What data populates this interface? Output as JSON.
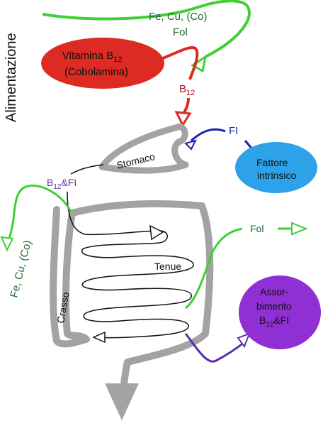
{
  "side_label": "Alimentazione",
  "top_minerals_line1": "Fe, Cu, (Co)",
  "top_minerals_line2": "Fol",
  "vitamin_line1": "Vitamina B",
  "vitamin_line1_sub": "12",
  "vitamin_line2": "(Cobolamina)",
  "b12_label": "B",
  "b12_label_sub": "12",
  "fi_label": "FI",
  "factor_line1": "Fattore",
  "factor_line2": "intrinsico",
  "stomach_label": "Stomaco",
  "b12fi_label": "B",
  "b12fi_label_sub": "12",
  "b12fi_label_suffix": "&FI",
  "left_minerals": "Fe, Cu, (Co)",
  "fol_right": "Fol",
  "tenue_label": "Tenue",
  "crasso_label": "Crasso",
  "absorb_line1": "Assor-",
  "absorb_line2": "bimento",
  "absorb_line3": "B",
  "absorb_line3_sub": "12",
  "absorb_line3_suffix": "&FI",
  "colors": {
    "red": "#dd2a22",
    "blue": "#2ea2e8",
    "purple": "#8f2fd4",
    "green": "#3fd035",
    "dark_green": "#1f6b32",
    "navy": "#1a1fb0",
    "gray": "#a3a3a3",
    "dark_red": "#b31515",
    "violet_text": "#6b2fa0"
  }
}
